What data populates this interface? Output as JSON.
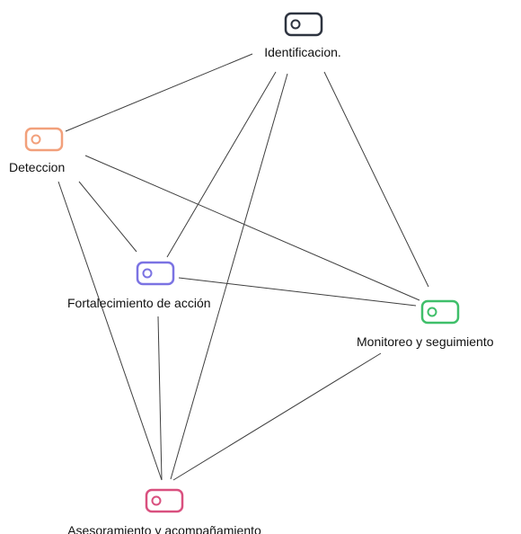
{
  "graph": {
    "nodes": [
      {
        "id": "identificacion",
        "label": "Identificacion.",
        "color": "#2e3440",
        "icon": "toggle-icon"
      },
      {
        "id": "deteccion",
        "label": "Deteccion",
        "color": "#f2a07b",
        "icon": "toggle-icon"
      },
      {
        "id": "fortalecimiento",
        "label": "Fortalecimiento de acción",
        "color": "#7b73e3",
        "icon": "toggle-icon"
      },
      {
        "id": "monitoreo",
        "label": "Monitoreo y seguimiento",
        "color": "#3fbf6a",
        "icon": "toggle-icon"
      },
      {
        "id": "asesoramiento",
        "label": "Asesoramiento y acompañamiento",
        "color": "#d9507f",
        "icon": "toggle-icon"
      }
    ],
    "edges": [
      [
        "identificacion",
        "deteccion"
      ],
      [
        "identificacion",
        "fortalecimiento"
      ],
      [
        "identificacion",
        "monitoreo"
      ],
      [
        "identificacion",
        "asesoramiento"
      ],
      [
        "deteccion",
        "fortalecimiento"
      ],
      [
        "deteccion",
        "monitoreo"
      ],
      [
        "deteccion",
        "asesoramiento"
      ],
      [
        "fortalecimiento",
        "monitoreo"
      ],
      [
        "fortalecimiento",
        "asesoramiento"
      ],
      [
        "monitoreo",
        "asesoramiento"
      ]
    ]
  }
}
